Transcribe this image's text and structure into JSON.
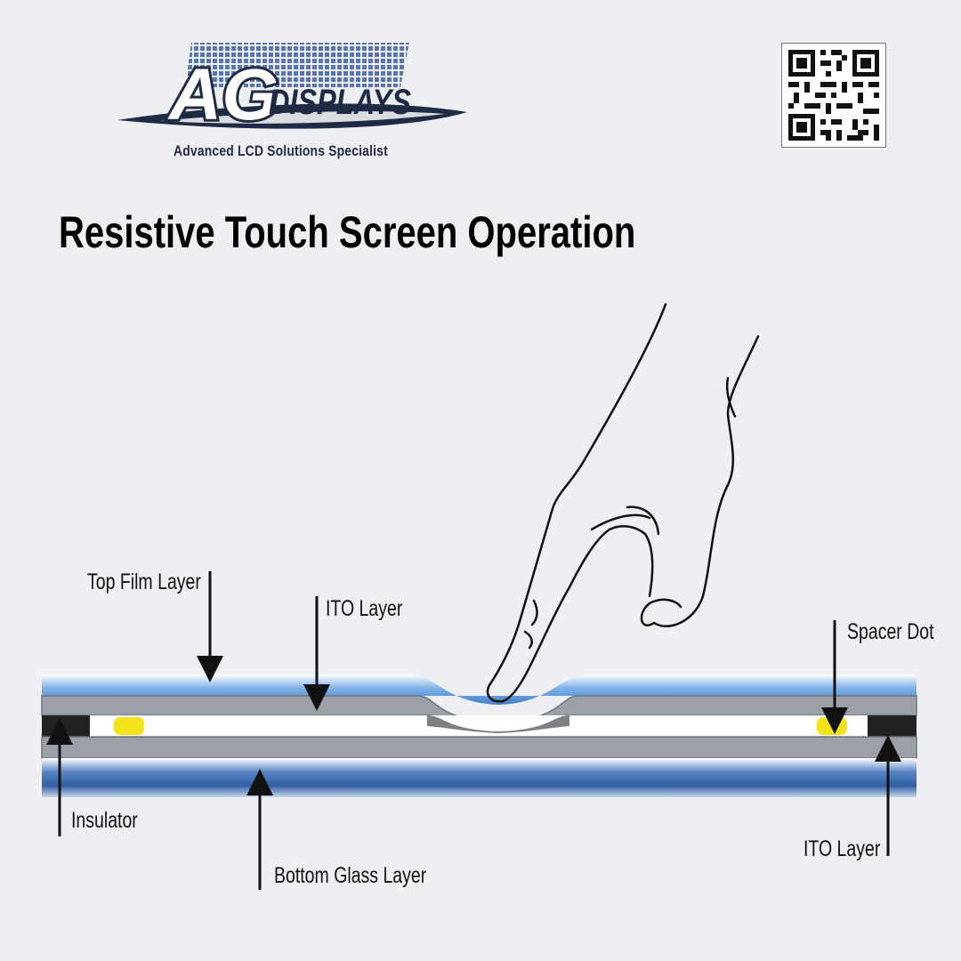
{
  "brand": {
    "logo_letters": "AG",
    "logo_word": "DISPLAYS",
    "tagline": "Advanced LCD Solutions Specialist"
  },
  "title": "Resistive Touch Screen Operation",
  "diagram": {
    "labels": {
      "top_film": "Top Film Layer",
      "ito_top": "ITO Layer",
      "spacer_dot": "Spacer Dot",
      "insulator": "Insulator",
      "bottom_glass": "Bottom Glass Layer",
      "ito_bottom": "ITO Layer"
    }
  },
  "colors": {
    "background": "#eeeff2",
    "film_blue": "#4a90d9",
    "glass_blue": "#2f5fa3",
    "ito_gray": "#9aa0a6",
    "spacer_yellow": "#f4e21b",
    "insulator": "#222222",
    "logo_navy": "#1f2a44"
  },
  "icons": [
    "qr-code-icon",
    "pointing-hand-icon"
  ]
}
